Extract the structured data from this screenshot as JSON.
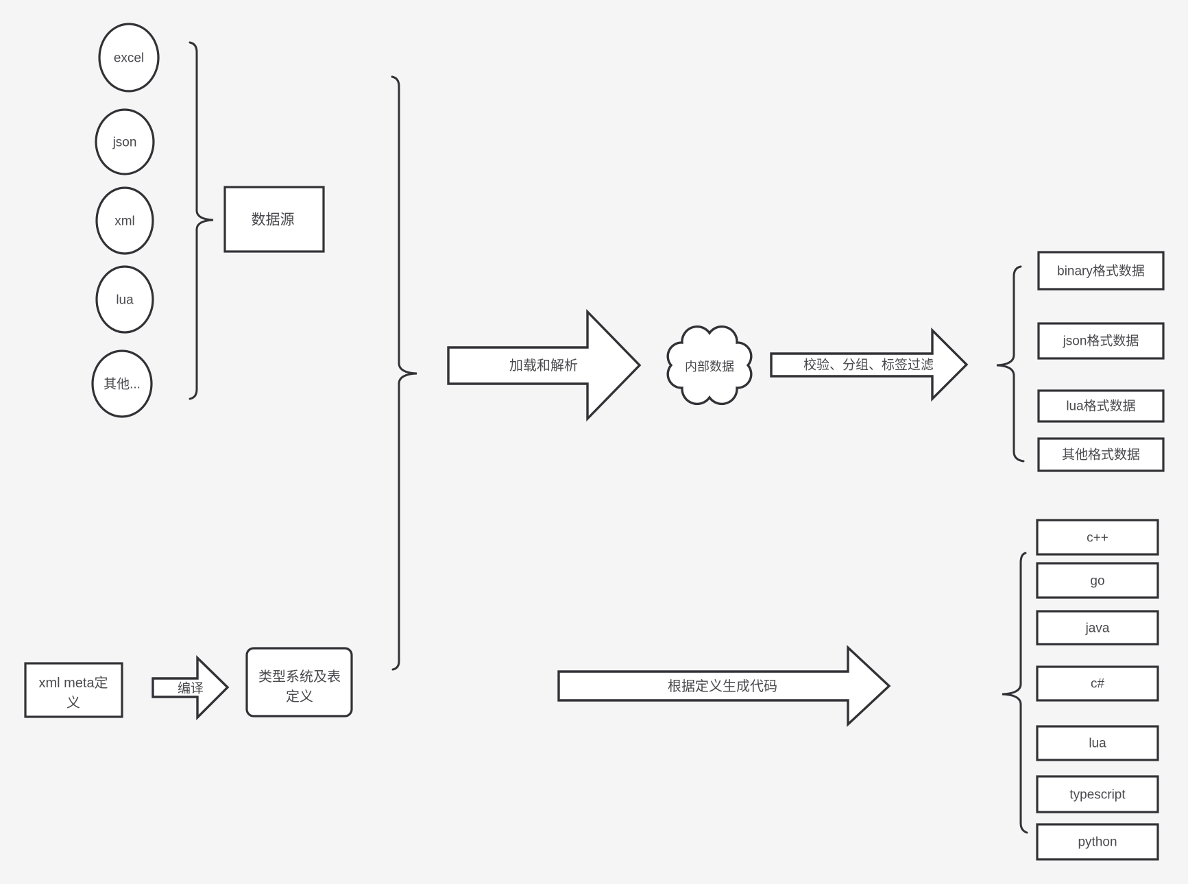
{
  "colors": {
    "background": "#f5f5f6",
    "shape_fill": "#ffffff",
    "stroke": "#323236",
    "text": "#4a4a4e"
  },
  "sources": {
    "circles": [
      "excel",
      "json",
      "xml",
      "lua",
      "其他..."
    ],
    "group_box": "数据源"
  },
  "flow": {
    "load_arrow": "加载和解析",
    "cloud": "内部数据",
    "filter_arrow": "校验、分组、标签过滤",
    "formats": [
      "binary格式数据",
      "json格式数据",
      "lua格式数据",
      "其他格式数据"
    ]
  },
  "definition": {
    "xml_meta_box": {
      "lines": [
        "xml meta定",
        "义"
      ]
    },
    "compile_arrow": "编译",
    "type_system_box": {
      "lines": [
        "类型系统及表",
        "定义"
      ]
    },
    "codegen_arrow": "根据定义生成代码",
    "languages": [
      "c++",
      "go",
      "java",
      "c#",
      "lua",
      "typescript",
      "python"
    ]
  }
}
